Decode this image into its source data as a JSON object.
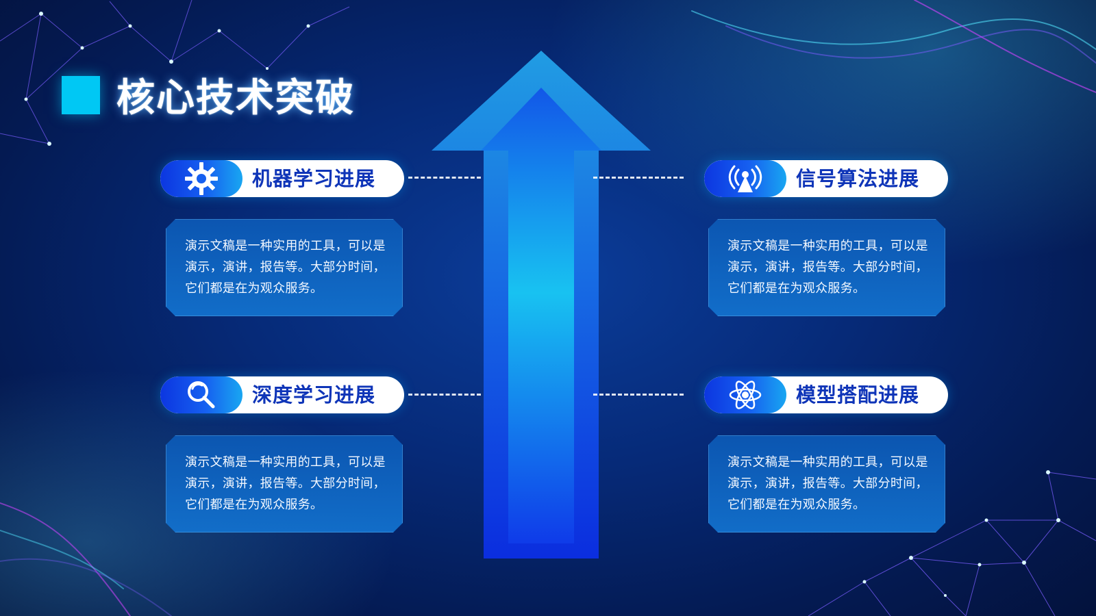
{
  "slide": {
    "title": "核心技术突破"
  },
  "features": [
    {
      "name": "机器学习进展",
      "icon": "gear-icon",
      "text": "演示文稿是一种实用的工具，可以是演示，演讲，报告等。大部分时间，它们都是在为观众服务。"
    },
    {
      "name": "深度学习进展",
      "icon": "search-icon",
      "text": "演示文稿是一种实用的工具，可以是演示，演讲，报告等。大部分时间，它们都是在为观众服务。"
    },
    {
      "name": "信号算法进展",
      "icon": "signal-tower-icon",
      "text": "演示文稿是一种实用的工具，可以是演示，演讲，报告等。大部分时间，它们都是在为观众服务。"
    },
    {
      "name": "模型搭配进展",
      "icon": "atom-icon",
      "text": "演示文稿是一种实用的工具，可以是演示，演讲，报告等。大部分时间，它们都是在为观众服务。"
    }
  ],
  "colors": {
    "accent": "#00c8f4",
    "pill_text": "#0f35b8",
    "arrow_main": "#1a84f0",
    "background": "#062a78"
  }
}
